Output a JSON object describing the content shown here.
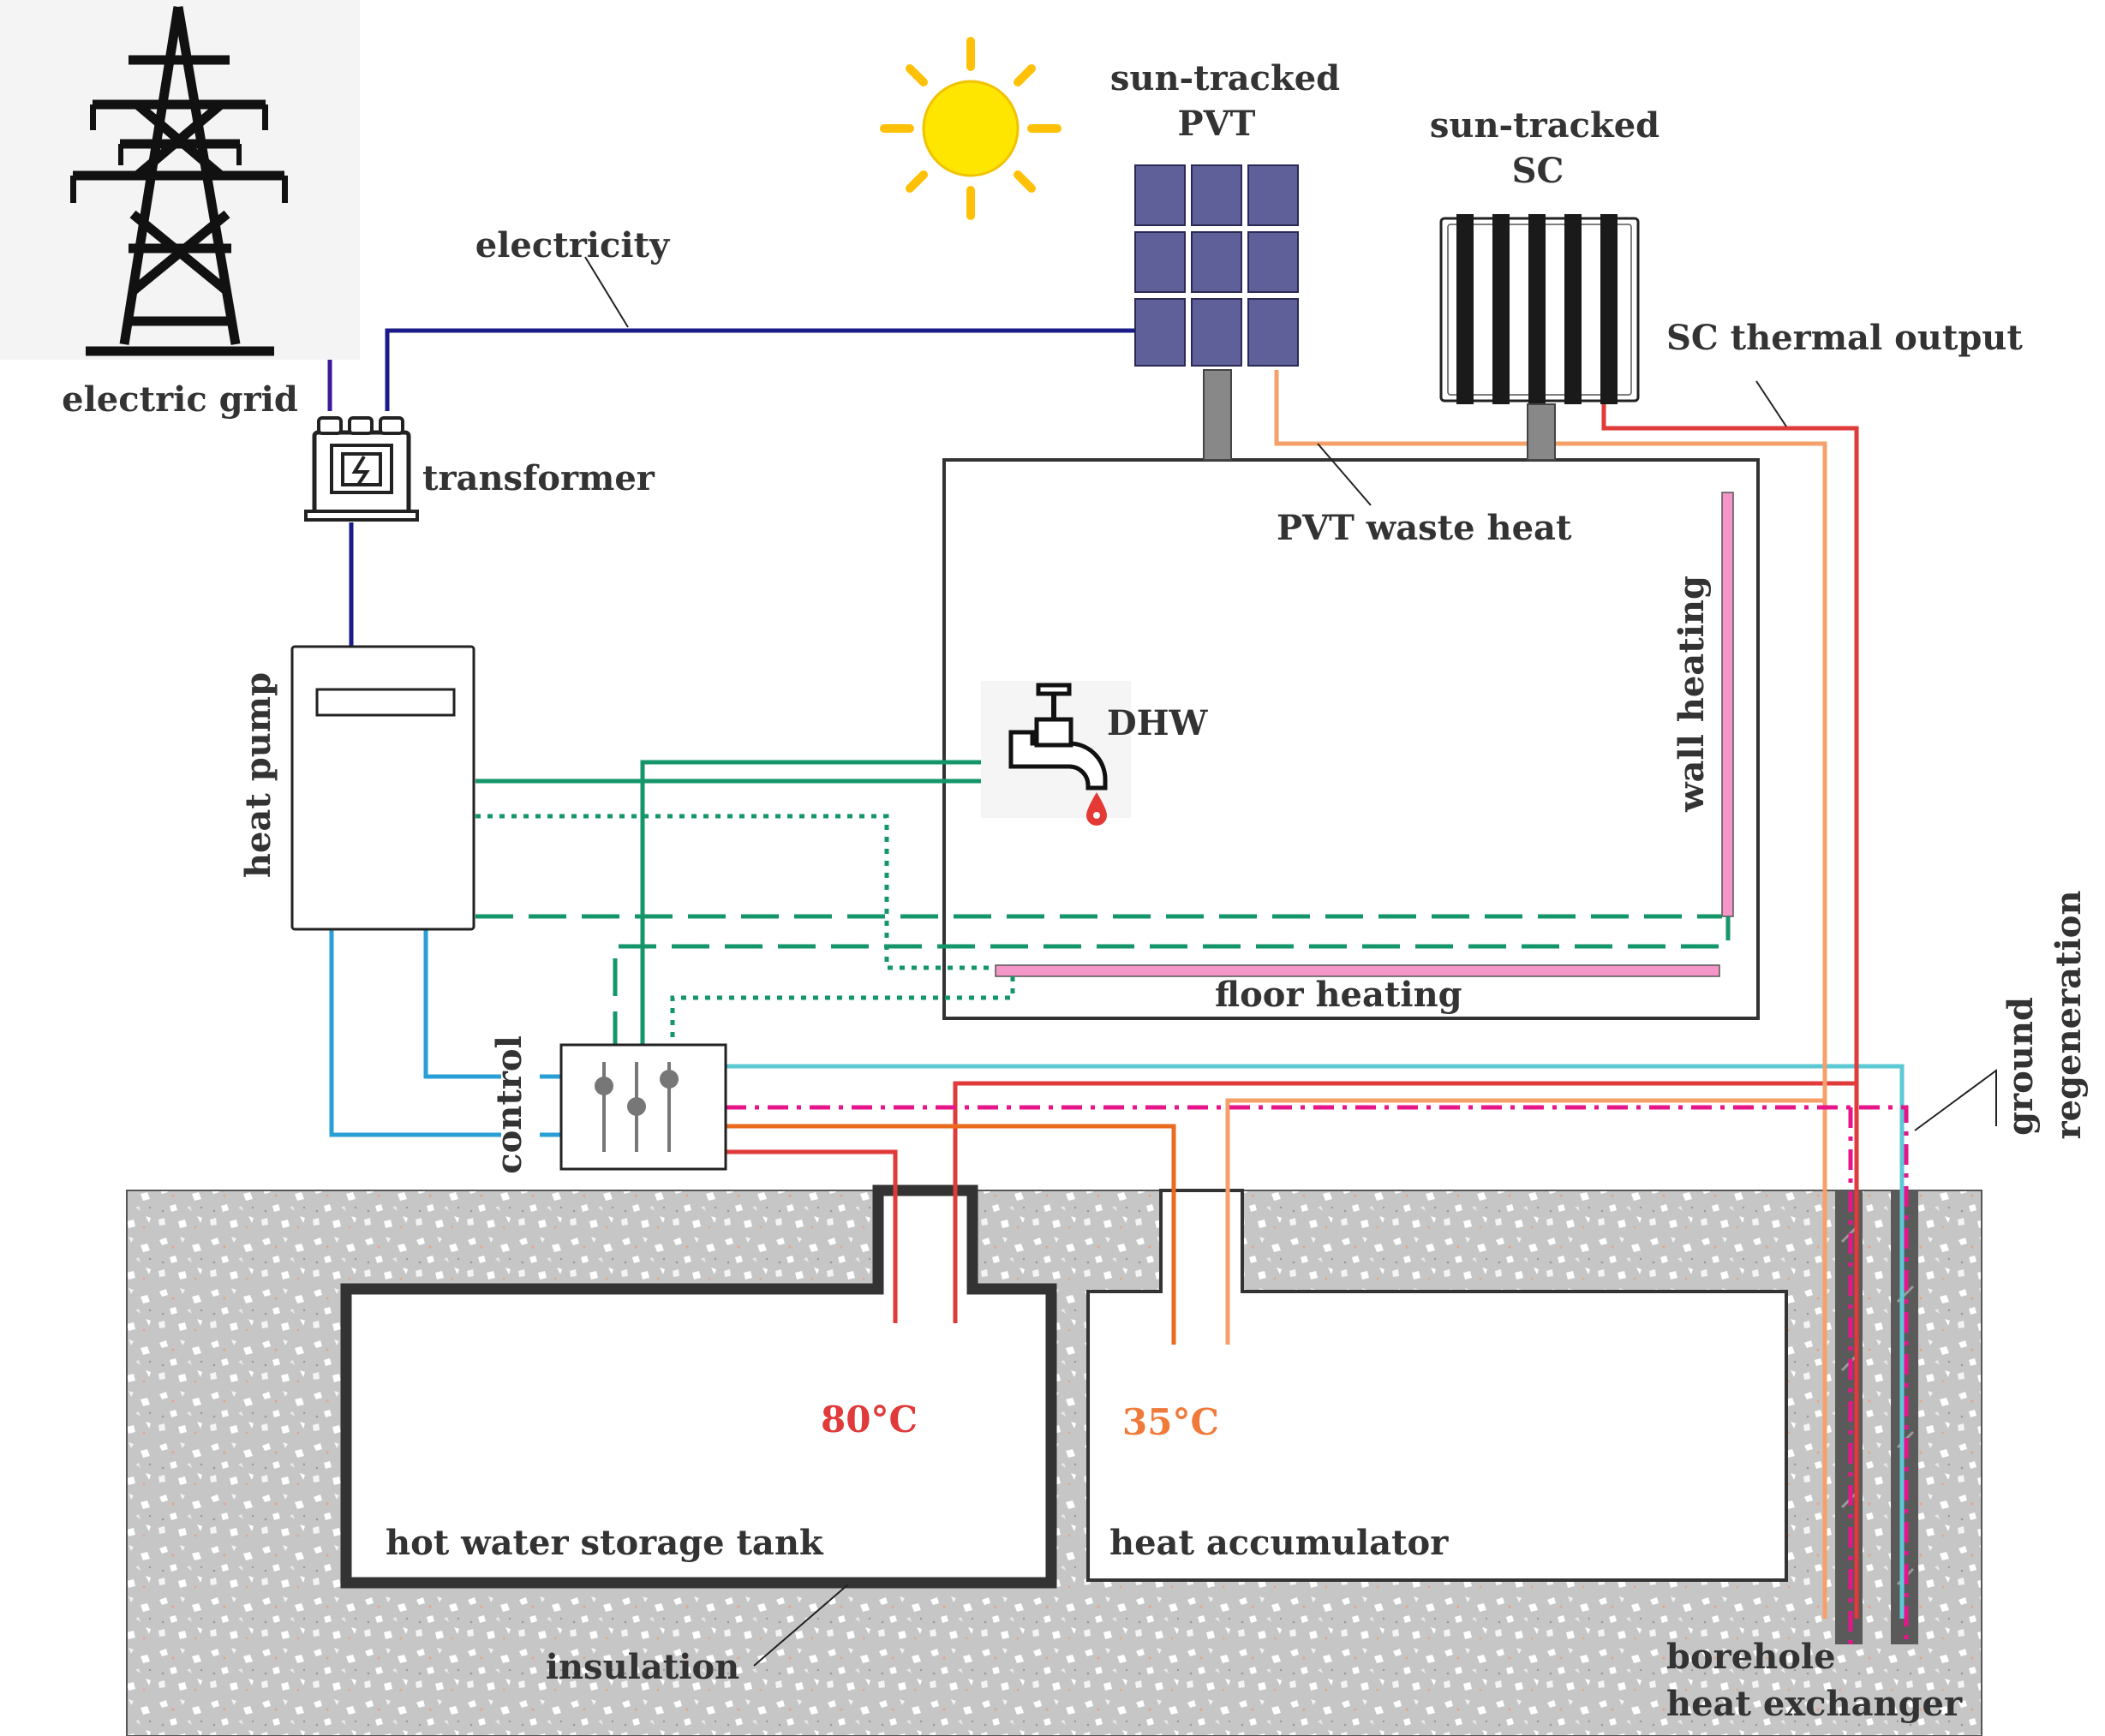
{
  "labels": {
    "electric_grid": "electric grid",
    "electricity": "electricity",
    "transformer": "transformer",
    "pvt_line1": "sun-tracked",
    "pvt_line2": "PVT",
    "sc_line1": "sun-tracked",
    "sc_line2": "SC",
    "sc_thermal_output": "SC thermal output",
    "pvt_waste_heat": "PVT waste heat",
    "heat_pump": "heat pump",
    "dhw": "DHW",
    "wall_heating": "wall heating",
    "floor_heating": "floor heating",
    "control": "control",
    "ground_regeneration_line1": "ground",
    "ground_regeneration_line2": "regeneration",
    "temp_hot": "80°C",
    "temp_warm": "35°C",
    "hot_water_storage_tank": "hot water storage tank",
    "heat_accumulator": "heat accumulator",
    "insulation": "insulation",
    "borehole_line1": "borehole",
    "borehole_line2": "heat exchanger"
  },
  "colors": {
    "electric": "#1a1a8a",
    "grid_wire": "#3a1a9a",
    "supply_green": "#15966a",
    "light_blue": "#2a9fd6",
    "cyan": "#5cc9d4",
    "red": "#e03a3a",
    "orange_hot": "#ea6a1f",
    "peach": "#f5a06a",
    "magenta": "#e6168a",
    "pink_heating": "#f596c8",
    "pv_panel": "#5f5f9a",
    "sun": "#ffe600",
    "sun_rays": "#ffc107",
    "ground": "#c8c8c8",
    "temp_hot_text": "#e03a3a",
    "temp_warm_text": "#f07a3a"
  }
}
